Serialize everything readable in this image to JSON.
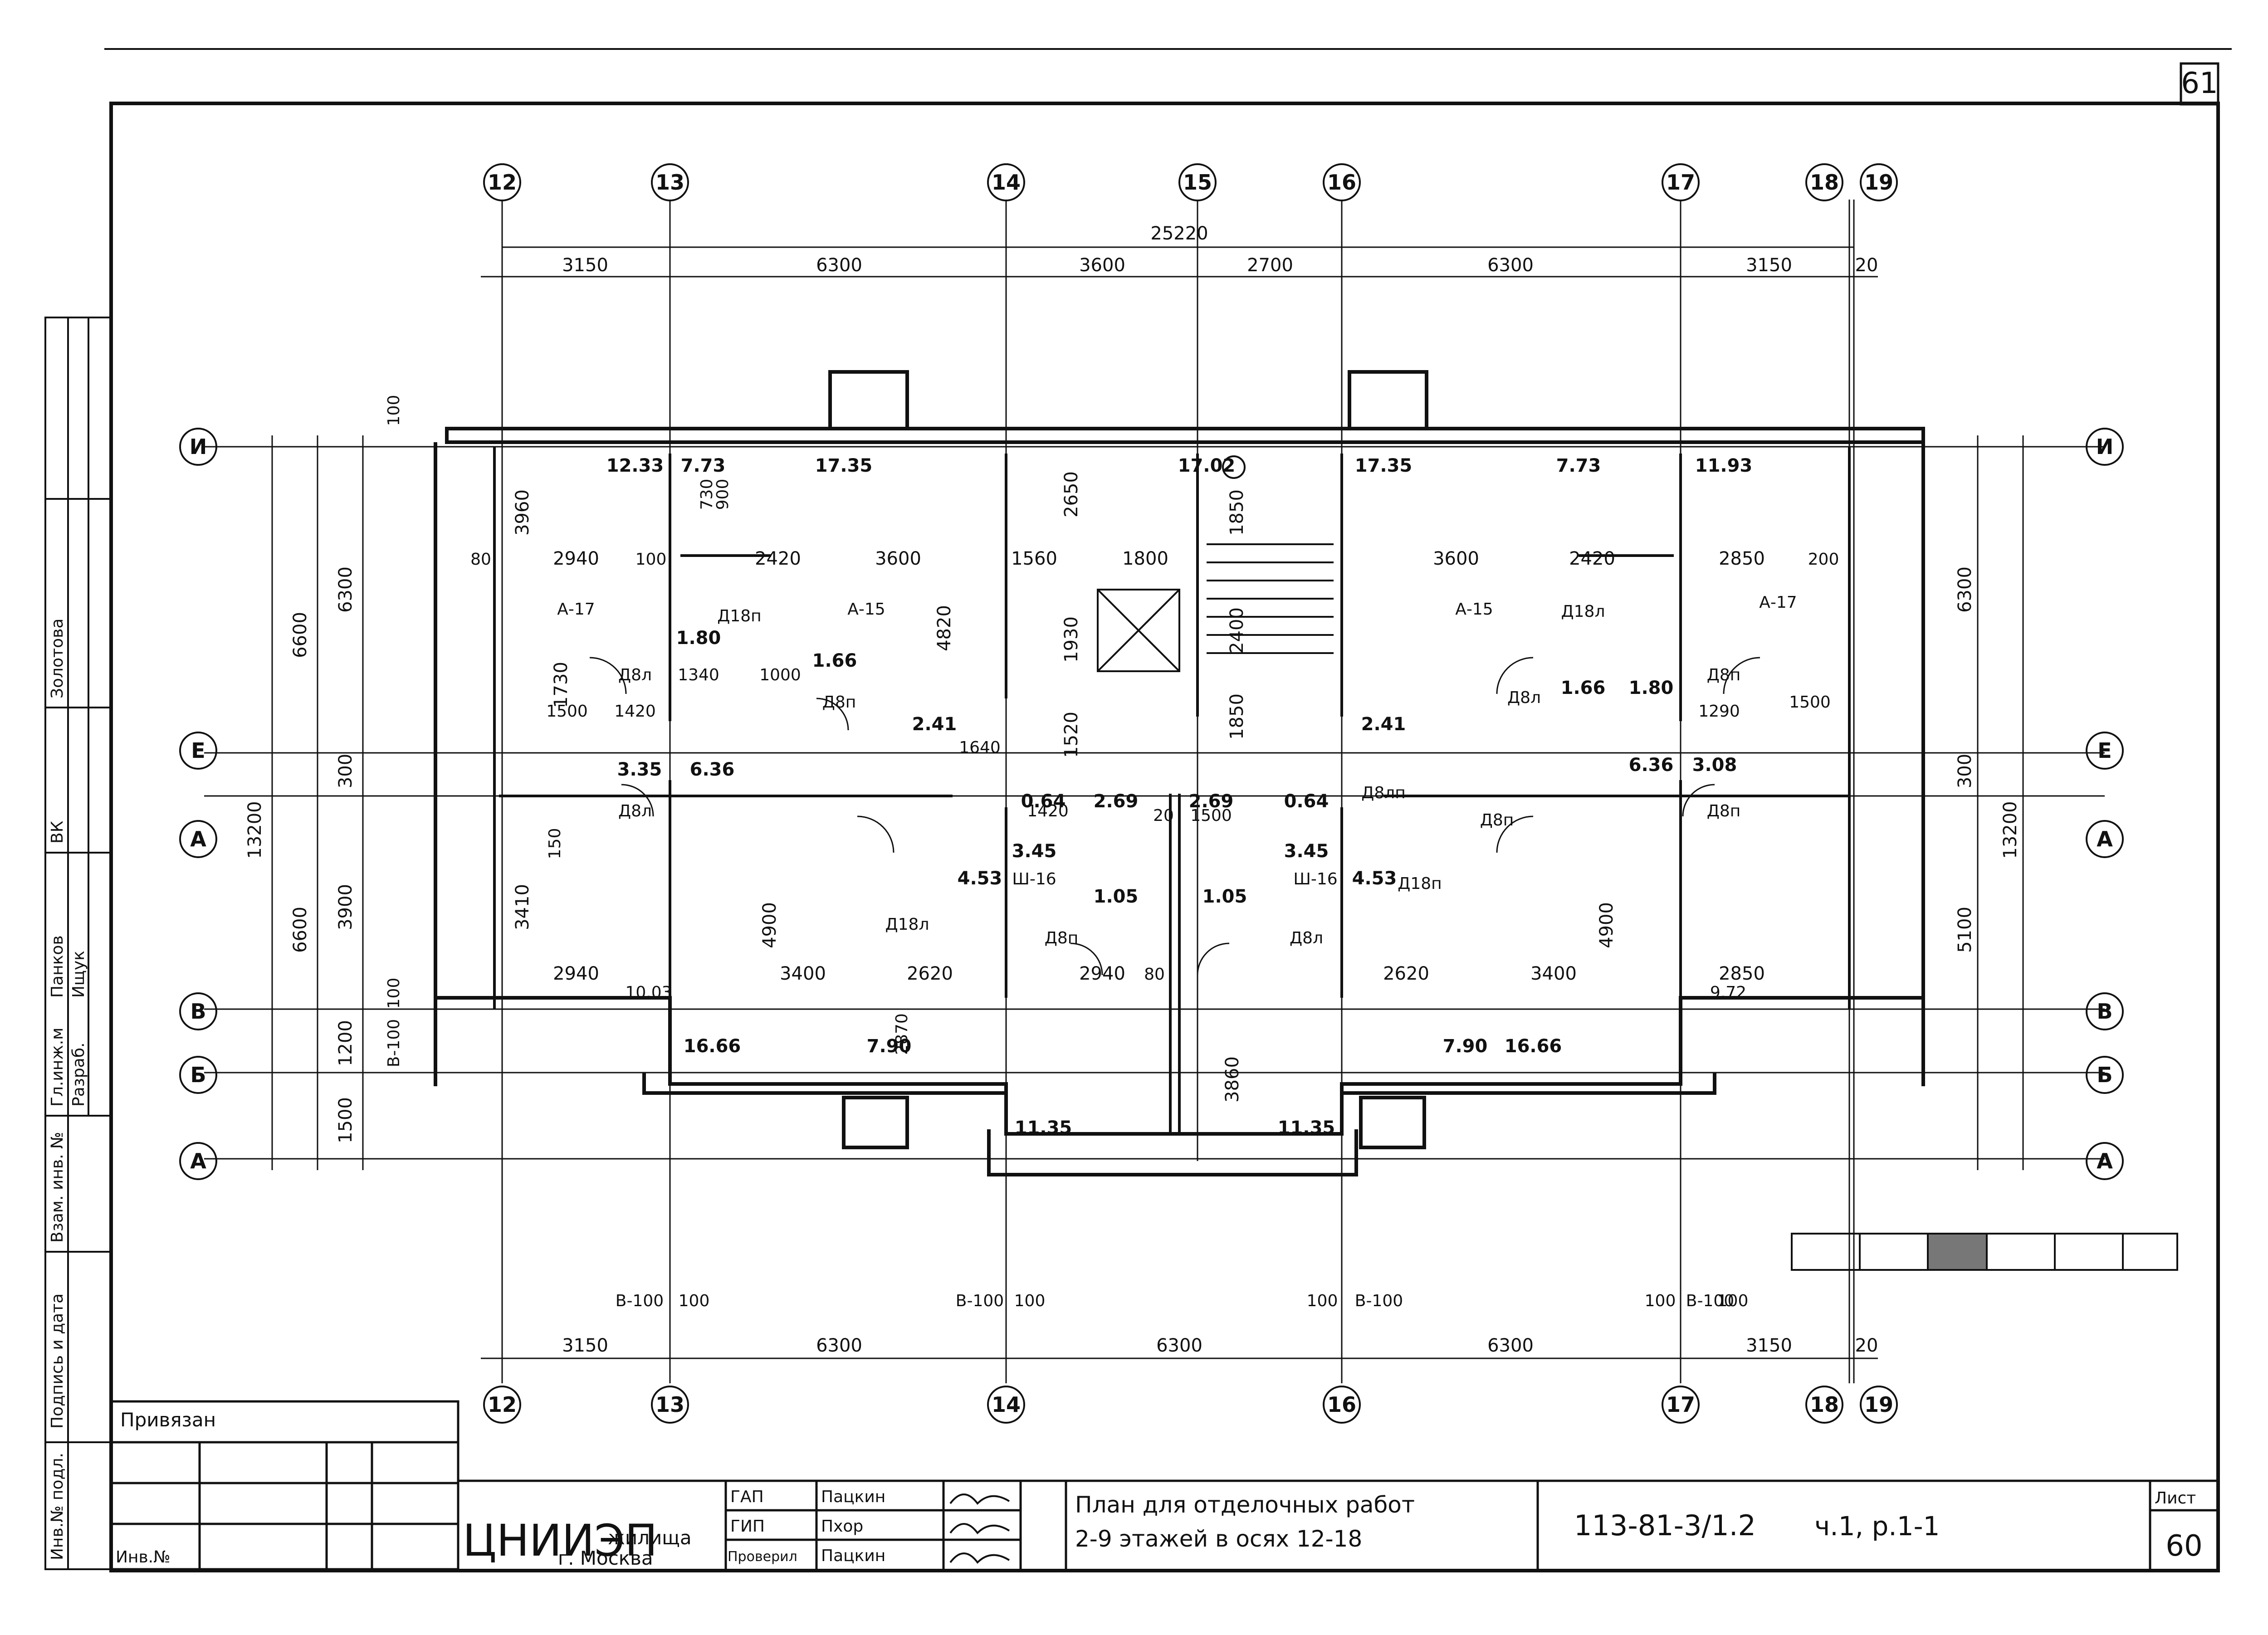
{
  "sheet_number_top": "61",
  "sheet_number": "60",
  "sheet_label": "Лист",
  "axes_vertical_top": [
    "12",
    "13",
    "14",
    "15",
    "16",
    "17",
    "18",
    "19"
  ],
  "axes_vertical_bottom": [
    "12",
    "13",
    "14",
    "16",
    "17",
    "18",
    "19"
  ],
  "axes_horizontal_left": [
    "И",
    "Е",
    "А",
    "В",
    "Б",
    "А"
  ],
  "axes_horizontal_right": [
    "И",
    "Е",
    "А",
    "В",
    "Б",
    "А"
  ],
  "dims_top": {
    "overall": "25220",
    "segments": [
      "3150",
      "6300",
      "3600",
      "2700",
      "6300",
      "3150",
      "20"
    ]
  },
  "dims_bottom": {
    "segments": [
      "3150",
      "6300",
      "6300",
      "6300",
      "3150",
      "20"
    ],
    "offsets": [
      "В-100",
      "100",
      "В-100",
      "100",
      "100",
      "В-100",
      "100",
      "В-100",
      "100"
    ]
  },
  "dims_left": [
    "6600",
    "6300",
    "3960",
    "13200",
    "300",
    "6600",
    "3900",
    "3410",
    "100",
    "1200",
    "В-100",
    "1500",
    "100",
    "150"
  ],
  "dims_right": [
    "6300",
    "13200",
    "300",
    "5100"
  ],
  "room_areas": [
    "12.33",
    "7.73",
    "17.35",
    "17.02",
    "17.35",
    "7.73",
    "11.93",
    "3.35",
    "6.36",
    "6.36",
    "3.08",
    "1.66",
    "1.66",
    "2.41",
    "2.41",
    "1.80",
    "1.80",
    "0.64",
    "0.64",
    "2.69",
    "2.69",
    "3.45",
    "3.45",
    "4.53",
    "4.53",
    "1.05",
    "1.05",
    "10.03",
    "9.72",
    "16.66",
    "16.66",
    "7.90",
    "7.90",
    "11.35",
    "11.35"
  ],
  "room_dims": [
    "2940",
    "100",
    "2420",
    "3600",
    "1560",
    "1800",
    "3600",
    "2420",
    "2850",
    "200",
    "80",
    "1420",
    "1340",
    "1000",
    "1640",
    "1500",
    "1290",
    "1500",
    "4820",
    "4900",
    "4900",
    "2620",
    "3400",
    "2940",
    "80",
    "2940",
    "2620",
    "3400",
    "2850",
    "1730",
    "1520",
    "1930",
    "2650",
    "1850",
    "1850",
    "2400",
    "3860",
    "2870",
    "730",
    "900",
    "1420",
    "1500",
    "20"
  ],
  "door_marks": [
    "А-17",
    "А-15",
    "А-15",
    "А-17",
    "Д8л",
    "Д8п",
    "Д8л",
    "Д8п",
    "Д8л",
    "Д8п",
    "Д8л",
    "Д8п",
    "Д18л",
    "Д18п",
    "Д18л",
    "Д18п",
    "Ш-16",
    "Ш-16",
    "Д8лп",
    "Д8п"
  ],
  "title_block": {
    "linked_label": "Привязан",
    "inv_label": "Инв.№",
    "org_name": "ЦНИИЭП",
    "org_sub": "жилища",
    "org_city": "г. Москва",
    "roles": [
      {
        "role": "ГАП",
        "name": "Пацкин"
      },
      {
        "role": "ГИП",
        "name": "Пхор"
      },
      {
        "role": "Проверил",
        "name": "Пацкин"
      }
    ],
    "title_line1": "План для отделочных работ",
    "title_line2": "2-9 этажей  в осях 12-18",
    "doc_code": "113-81-3/1.2",
    "part": "ч.1,  р.1-1"
  },
  "side_stamp": {
    "col1": [
      "Инв.№ подл.",
      "Подпись и дата",
      "Взам. инв. №"
    ],
    "col2": [
      "Гл.инж.м",
      "Разраб."
    ],
    "names": [
      "Панков",
      "Ищук",
      "Золотова",
      "ВК"
    ]
  }
}
